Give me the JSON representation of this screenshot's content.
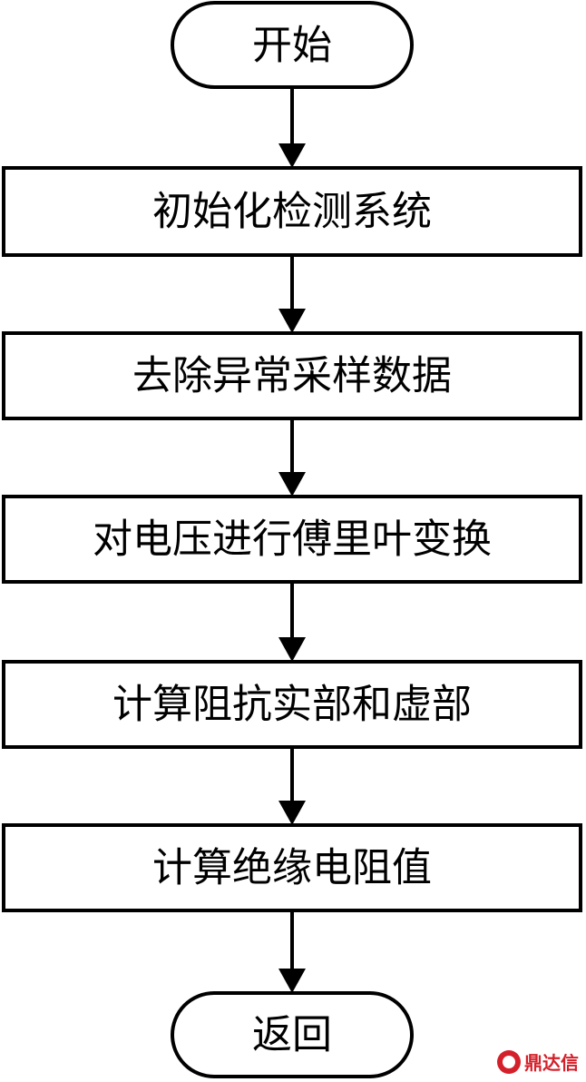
{
  "colors": {
    "stroke": "#000000",
    "fill": "#ffffff",
    "watermark": "#d4202a"
  },
  "nodes": [
    {
      "id": "start",
      "shape": "terminal",
      "label": "开始"
    },
    {
      "id": "init",
      "shape": "process",
      "label": "初始化检测系统"
    },
    {
      "id": "remove",
      "shape": "process",
      "label": "去除异常采样数据"
    },
    {
      "id": "fourier",
      "shape": "process",
      "label": "对电压进行傅里叶变换"
    },
    {
      "id": "impedance",
      "shape": "process",
      "label": "计算阻抗实部和虚部"
    },
    {
      "id": "resistance",
      "shape": "process",
      "label": "计算绝缘电阻值"
    },
    {
      "id": "return",
      "shape": "terminal",
      "label": "返回"
    }
  ],
  "edges": [
    {
      "from": "start",
      "to": "init"
    },
    {
      "from": "init",
      "to": "remove"
    },
    {
      "from": "remove",
      "to": "fourier"
    },
    {
      "from": "fourier",
      "to": "impedance"
    },
    {
      "from": "impedance",
      "to": "resistance"
    },
    {
      "from": "resistance",
      "to": "return"
    }
  ],
  "watermark": {
    "text": "鼎达信"
  }
}
